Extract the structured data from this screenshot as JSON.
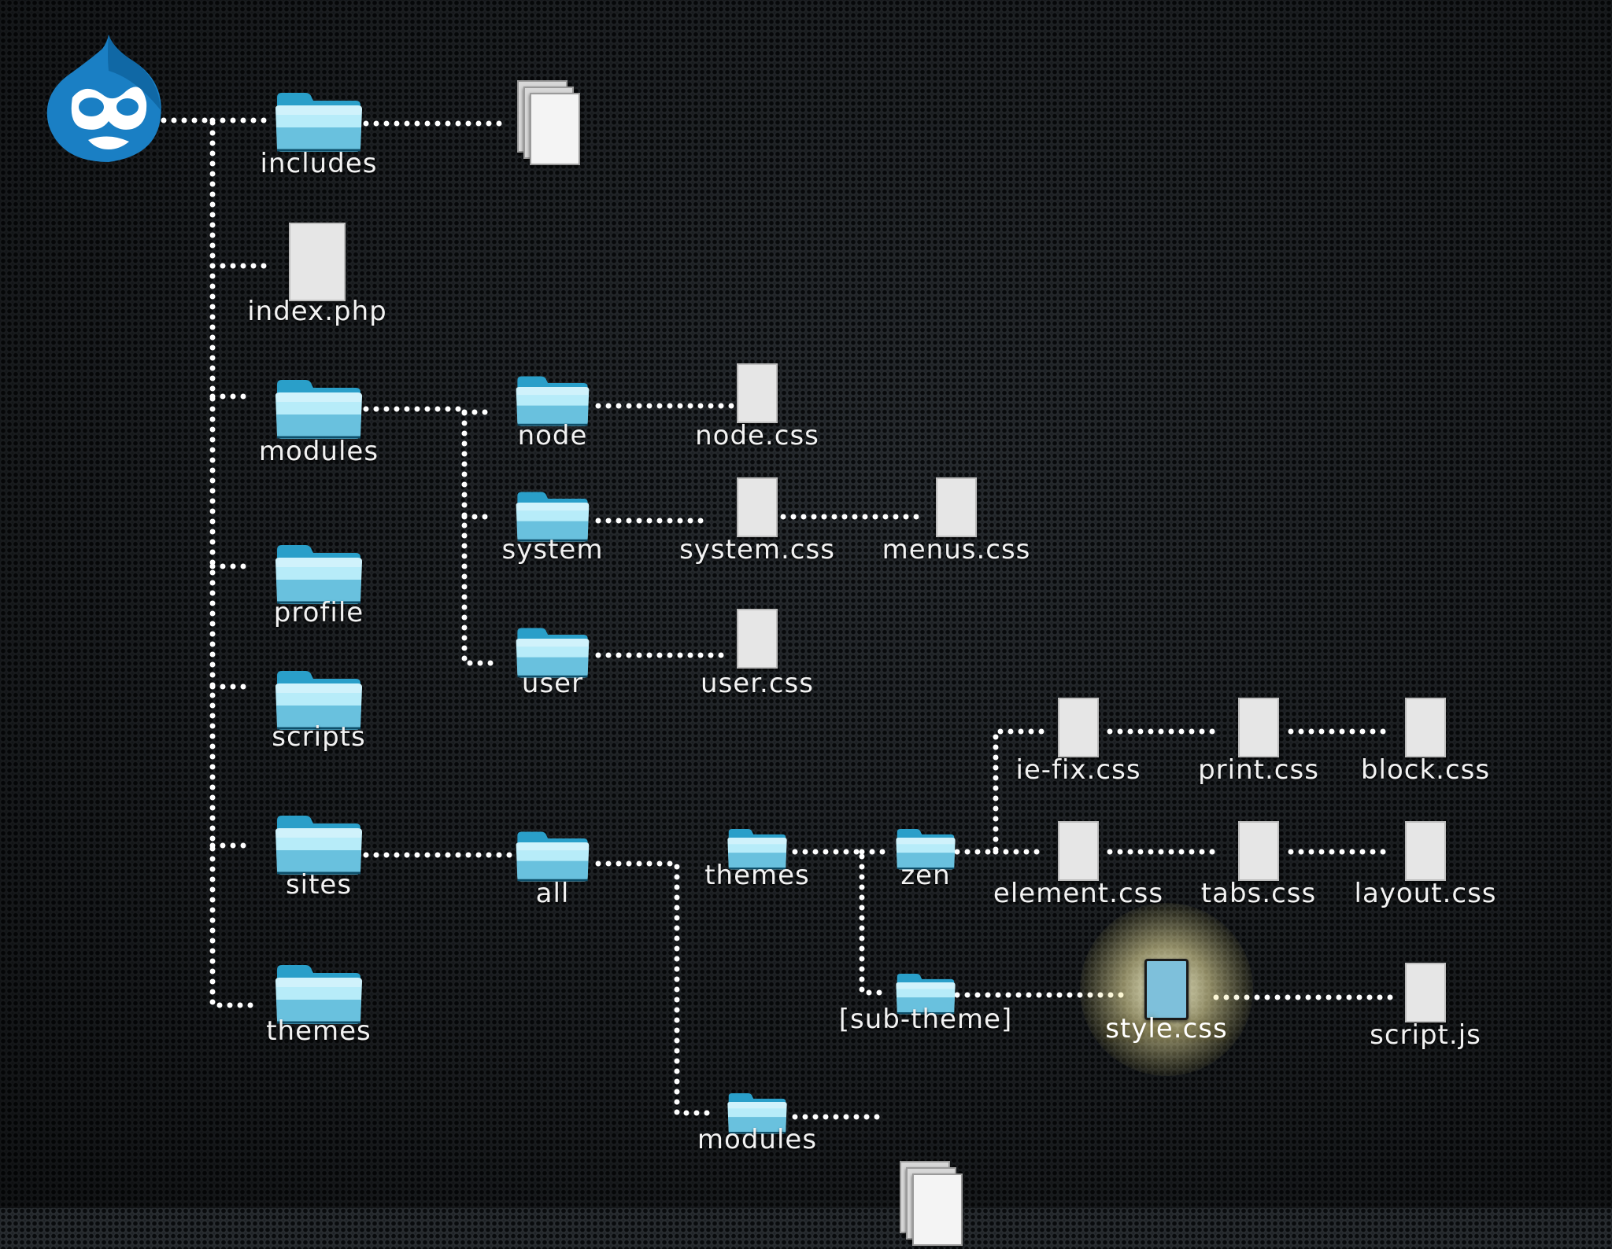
{
  "colors": {
    "background": "#1e2226",
    "connector": "#ffffff",
    "folder_light": "#b7ecf9",
    "folder_dark": "#2a9fc9",
    "file": "#e6e6e6",
    "highlight_file": "#7ec0db",
    "highlight_glow": "#fffbd2",
    "drupal_blue": "#1a7fc4"
  },
  "logo": {
    "icon": "drupal-drop-icon"
  },
  "tree": {
    "includes": {
      "label": "includes",
      "icon": "folder-icon"
    },
    "includes_files": {
      "label": "",
      "icon": "file-stack-icon"
    },
    "index_php": {
      "label": "index.php",
      "icon": "file-icon"
    },
    "modules": {
      "label": "modules",
      "icon": "folder-icon"
    },
    "node": {
      "label": "node",
      "icon": "folder-icon"
    },
    "node_css": {
      "label": "node.css",
      "icon": "file-icon"
    },
    "system": {
      "label": "system",
      "icon": "folder-icon"
    },
    "system_css": {
      "label": "system.css",
      "icon": "file-icon"
    },
    "menus_css": {
      "label": "menus.css",
      "icon": "file-icon"
    },
    "user": {
      "label": "user",
      "icon": "folder-icon"
    },
    "user_css": {
      "label": "user.css",
      "icon": "file-icon"
    },
    "profile": {
      "label": "profile",
      "icon": "folder-icon"
    },
    "scripts": {
      "label": "scripts",
      "icon": "folder-icon"
    },
    "sites": {
      "label": "sites",
      "icon": "folder-icon"
    },
    "all": {
      "label": "all",
      "icon": "folder-icon"
    },
    "all_themes": {
      "label": "themes",
      "icon": "folder-icon"
    },
    "zen": {
      "label": "zen",
      "icon": "folder-icon"
    },
    "ie_fix_css": {
      "label": "ie-fix.css",
      "icon": "file-icon"
    },
    "print_css": {
      "label": "print.css",
      "icon": "file-icon"
    },
    "block_css": {
      "label": "block.css",
      "icon": "file-icon"
    },
    "element_css": {
      "label": "element.css",
      "icon": "file-icon"
    },
    "tabs_css": {
      "label": "tabs.css",
      "icon": "file-icon"
    },
    "layout_css": {
      "label": "layout.css",
      "icon": "file-icon"
    },
    "sub_theme": {
      "label": "[sub-theme]",
      "icon": "folder-icon"
    },
    "style_css": {
      "label": "style.css",
      "icon": "file-icon",
      "highlighted": true
    },
    "script_js": {
      "label": "script.js",
      "icon": "file-icon"
    },
    "all_modules": {
      "label": "modules",
      "icon": "folder-icon"
    },
    "all_modules_files": {
      "label": "",
      "icon": "file-stack-icon"
    },
    "themes": {
      "label": "themes",
      "icon": "folder-icon"
    }
  }
}
